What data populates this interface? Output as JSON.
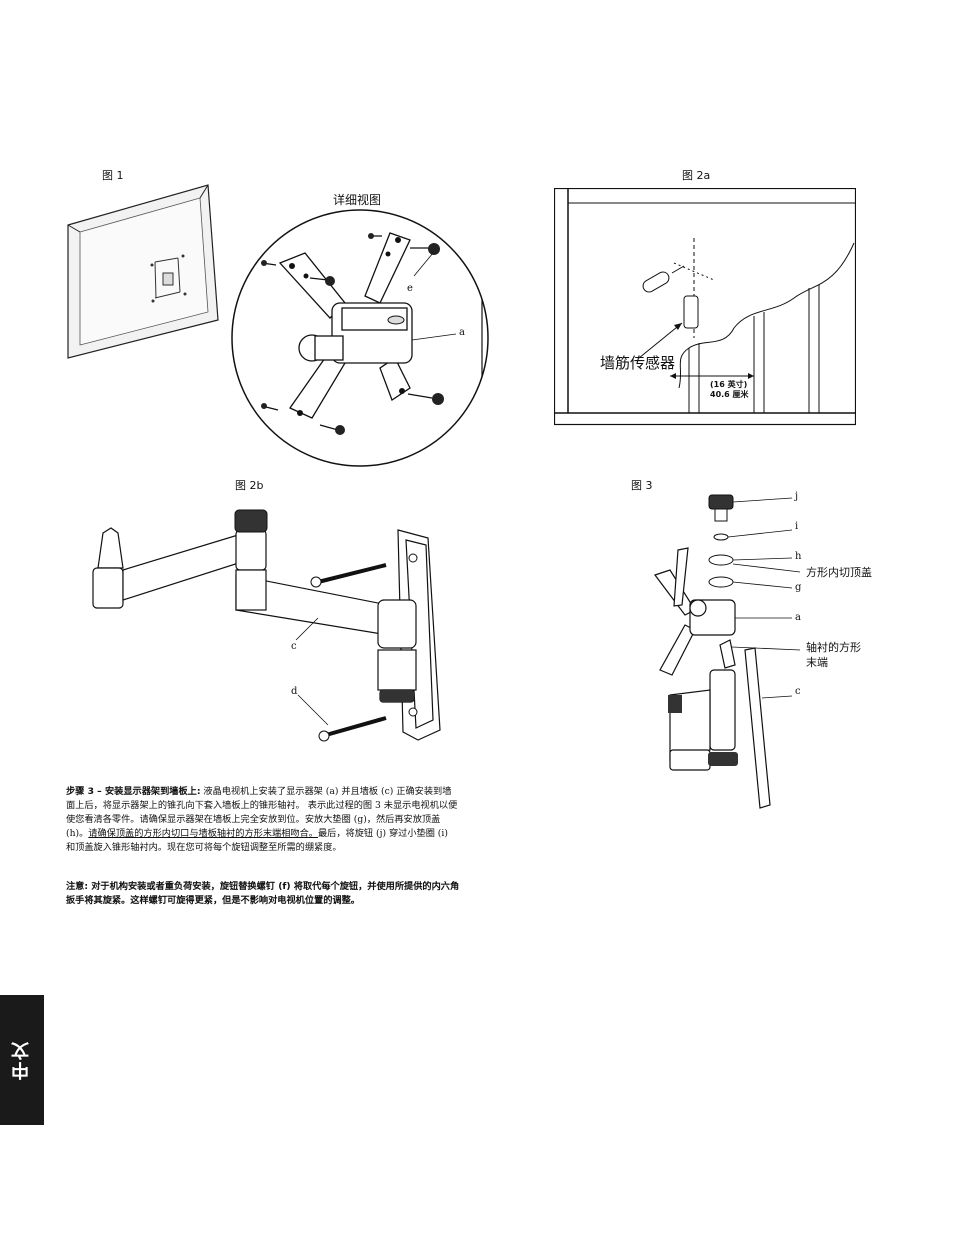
{
  "figures": {
    "fig1": {
      "label": "图 1",
      "detail_title": "详细视图",
      "callouts": {
        "e": "e",
        "a": "a"
      }
    },
    "fig2a": {
      "label": "图 2a",
      "sensor_label": "墙筋传感器",
      "spacing_line1": "(16 英寸)",
      "spacing_line2": "40.6 厘米"
    },
    "fig2b": {
      "label": "图 2b",
      "callouts": {
        "c": "c",
        "d": "d"
      }
    },
    "fig3": {
      "label": "图 3",
      "callouts": {
        "j": "j",
        "i": "i",
        "h": "h",
        "g": "g",
        "a": "a",
        "c": "c"
      },
      "text_callout_1": "方形内切顶盖",
      "text_callout_2_line1": "轴衬的方形",
      "text_callout_2_line2": "末端"
    }
  },
  "step3": {
    "heading": "步骤 3 – 安装显示器架到墙板上:",
    "text_a": " 液晶电视机上安装了显示器架 (a) 并且墙板 (c) 正确安装到墙面上后，将显示器架上的锥孔向下套入墙板上的锥形轴衬。 表示此过程的图 3 未显示电视机以便使您看清各零件。请确保显示器架在墙板上完全安放到位。安放大垫圈 (g)，然后再安放顶盖 (h)。",
    "underlined": "请确保顶盖的方形内切口与墙板轴衬的方形末端相吻合。",
    "text_b": "最后，将旋钮 (j) 穿过小垫圈 (i) 和顶盖旋入锥形轴衬内。现在您可将每个旋钮调整至所需的绷紧度。"
  },
  "note": "注意: 对于机构安装或者重负荷安装，旋钮替换螺钉 (f) 将取代每个旋钮，并使用所提供的内六角扳手将其旋紧。这样螺钉可旋得更紧，但是不影响对电视机位置的调整。",
  "language_tab": "中文"
}
